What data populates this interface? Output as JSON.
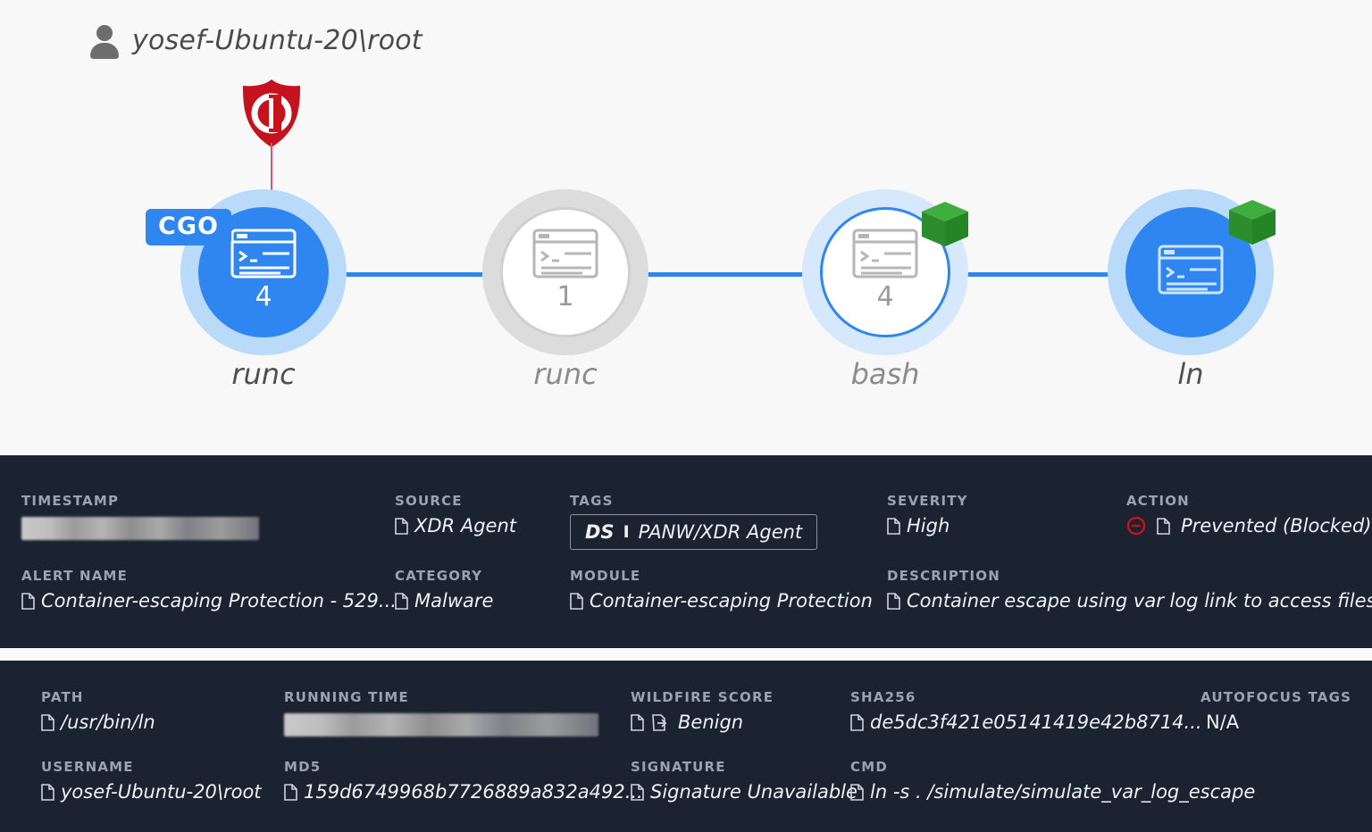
{
  "graph": {
    "user": {
      "name": "yosef-Ubuntu-20\\root",
      "icon": "user-icon"
    },
    "alert_marker": {
      "icon": "shield-alert-icon",
      "color": "#c4121f"
    },
    "nodes": [
      {
        "label": "runc",
        "count": "4",
        "style": "blue",
        "badge": "CGO",
        "cube": false
      },
      {
        "label": "runc",
        "count": "1",
        "style": "gray",
        "badge": null,
        "cube": false
      },
      {
        "label": "bash",
        "count": "4",
        "style": "ring",
        "badge": null,
        "cube": true
      },
      {
        "label": "ln",
        "count": "",
        "style": "blue",
        "badge": null,
        "cube": true
      }
    ],
    "edge_color": "#2f86f0",
    "container_badge_color": "#2d9c32"
  },
  "alert_panel": {
    "timestamp": {
      "label": "TIMESTAMP",
      "value": "",
      "redacted": true
    },
    "source": {
      "label": "SOURCE",
      "value": "XDR Agent"
    },
    "tags": {
      "label": "TAGS",
      "prefix": "DS",
      "separator": "I",
      "value": "PANW/XDR Agent"
    },
    "severity": {
      "label": "SEVERITY",
      "value": "High"
    },
    "action": {
      "label": "ACTION",
      "value": "Prevented (Blocked)",
      "icon": "block-icon",
      "icon_color": "#c4121f"
    },
    "alert_name": {
      "label": "ALERT NAME",
      "value": "Container-escaping Protection - 529..."
    },
    "category": {
      "label": "CATEGORY",
      "value": "Malware"
    },
    "module": {
      "label": "MODULE",
      "value": "Container-escaping Protection"
    },
    "description": {
      "label": "DESCRIPTION",
      "value": "Container escape using var log link to access filesystem"
    }
  },
  "process_panel": {
    "path": {
      "label": "PATH",
      "value": "/usr/bin/ln"
    },
    "running_time": {
      "label": "RUNNING TIME",
      "value": "",
      "redacted": true
    },
    "wildfire_score": {
      "label": "WILDFIRE SCORE",
      "value": "Benign"
    },
    "sha256": {
      "label": "SHA256",
      "value": "de5dc3f421e05141419e42b8714..."
    },
    "autofocus_tags": {
      "label": "AUTOFOCUS TAGS",
      "value": "N/A"
    },
    "username": {
      "label": "USERNAME",
      "value": "yosef-Ubuntu-20\\root"
    },
    "md5": {
      "label": "MD5",
      "value": "159d6749968b7726889a832a492..."
    },
    "signature": {
      "label": "SIGNATURE",
      "value": "Signature Unavailable"
    },
    "cmd": {
      "label": "CMD",
      "value": "ln -s . /simulate/simulate_var_log_escape"
    }
  }
}
